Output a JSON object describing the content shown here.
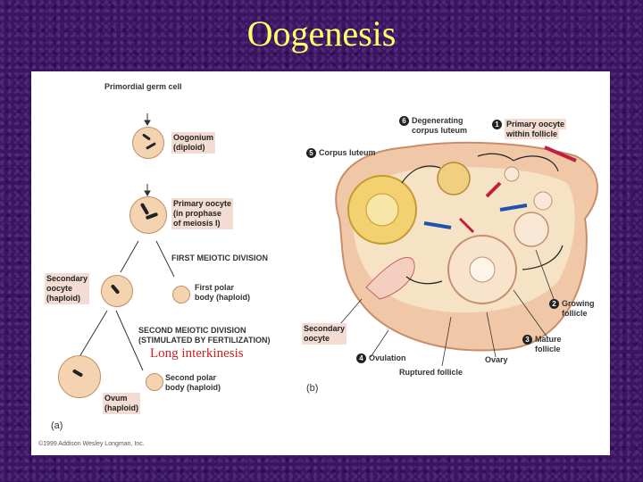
{
  "title": "Oogenesis",
  "left_panel": {
    "primordial": "Primordial germ cell",
    "oogonium": "Oogonium",
    "oogonium_ploidy": "(diploid)",
    "primary_oocyte_1": "Primary oocyte",
    "primary_oocyte_2": "(in prophase",
    "primary_oocyte_3": "of meiosis I)",
    "first_division": "FIRST MEIOTIC DIVISION",
    "secondary_oocyte_1": "Secondary",
    "secondary_oocyte_2": "oocyte",
    "secondary_oocyte_3": "(haploid)",
    "first_polar_1": "First polar",
    "first_polar_2": "body (haploid)",
    "second_division": "SECOND MEIOTIC DIVISION",
    "second_division_note": "(STIMULATED BY FERTILIZATION)",
    "second_polar_1": "Second polar",
    "second_polar_2": "body (haploid)",
    "ovum_1": "Ovum",
    "ovum_2": "(haploid)",
    "panel_label": "(a)",
    "copyright": "©1999 Addison Wesley Longman, Inc."
  },
  "right_panel": {
    "step6_1": "Degenerating",
    "step6_2": "corpus luteum",
    "step1_1": "Primary oocyte",
    "step1_2": "within follicle",
    "step5": "Corpus luteum",
    "step2_1": "Growing",
    "step2_2": "follicle",
    "step3_1": "Mature",
    "step3_2": "follicle",
    "step4": "Ovulation",
    "secondary_oocyte_1": "Secondary",
    "secondary_oocyte_2": "oocyte",
    "ruptured": "Ruptured follicle",
    "ovary": "Ovary",
    "panel_label": "(b)",
    "n1": "1",
    "n2": "2",
    "n3": "3",
    "n4": "4",
    "n5": "5",
    "n6": "6"
  },
  "overlay": "Long interkinesis"
}
